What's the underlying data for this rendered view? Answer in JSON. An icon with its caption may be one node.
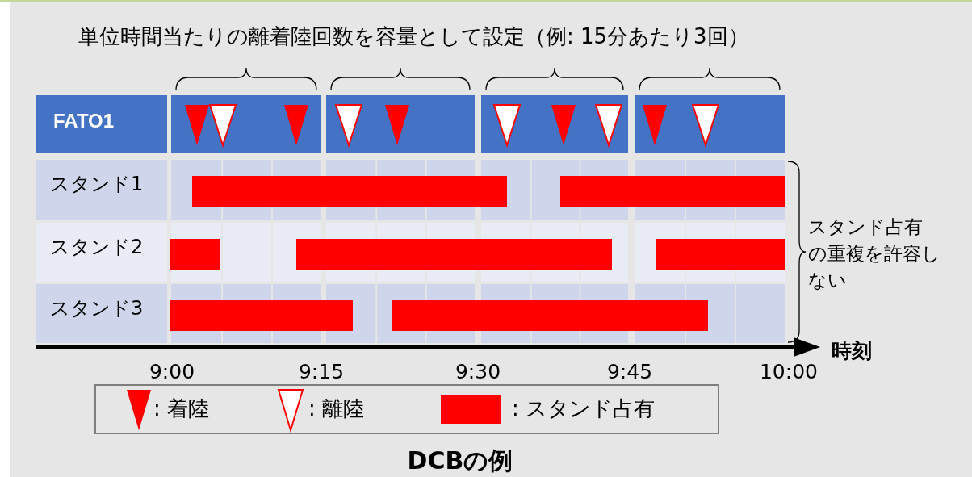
{
  "diagram": {
    "caption": "DCBの例",
    "labels": [
      "単位時間当たりの離着陸回数を容量として設定（例: 15分あたり3回）",
      "FATO1",
      "スタンド1",
      "スタンド2",
      "スタンド3",
      "スタンド占有の重複を許容しない",
      "9:00",
      "9:15",
      "9:30",
      "9:45",
      "10:00",
      "時刻"
    ],
    "legend": [
      {
        "text": ": 着陸"
      },
      {
        "text": ": 離陸"
      },
      {
        "text": ": スタンド占有",
        "color": "#ff0000"
      }
    ]
  }
}
